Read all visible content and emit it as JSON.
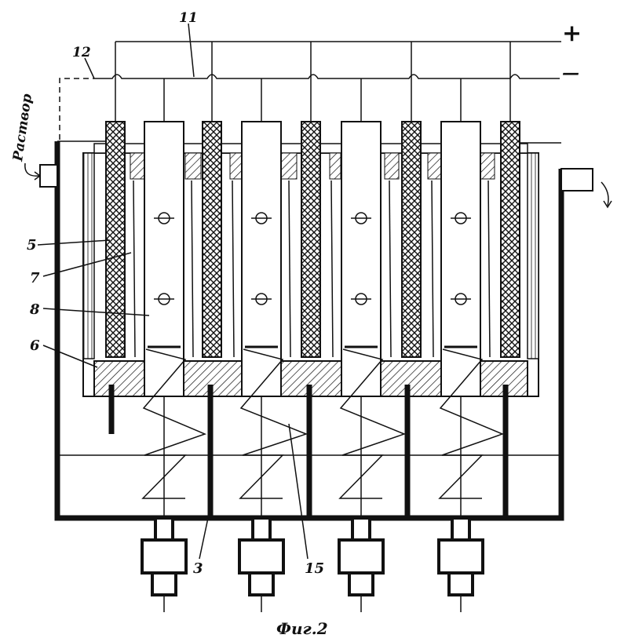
{
  "labels": {
    "plus": "+",
    "minus": "—",
    "n11": "11",
    "n12": "12",
    "solution": "Раствор",
    "n5": "5",
    "n7": "7",
    "n8": "8",
    "n6": "6",
    "n3": "3",
    "n15": "15",
    "caption": "Фиг.2"
  },
  "colors": {
    "ink": "#111111",
    "paper": "#ffffff"
  }
}
